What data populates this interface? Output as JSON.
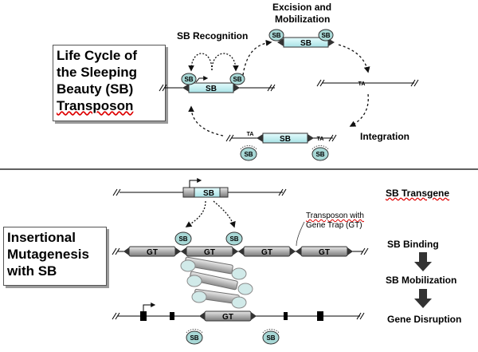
{
  "top": {
    "title_lines": [
      "Life Cycle of",
      "the Sleeping",
      "Beauty (SB)",
      "Transposon"
    ],
    "sb_recognition": "SB Recognition",
    "excision_line1": "Excision and",
    "excision_line2": "Mobilization",
    "integration": "Integration",
    "sb": "SB",
    "ta": "TA"
  },
  "bottom": {
    "title_lines": [
      "Insertional",
      "Mutagenesis",
      "with SB"
    ],
    "sb_transgene": "SB Transgene",
    "transposon_gt_line1": "Transposon with",
    "transposon_gt_line2": "Gene Trap (GT)",
    "sb_binding": "SB Binding",
    "sb_mobilization": "SB Mobilization",
    "gene_disruption": "Gene Disruption",
    "gt": "GT",
    "sb": "SB"
  },
  "colors": {
    "transposon_fill": "#bfeff2",
    "sb_enzyme_fill": "#a8d8d6",
    "gt_fill": "#b4b4b4",
    "arrow_dark": "#333333"
  }
}
